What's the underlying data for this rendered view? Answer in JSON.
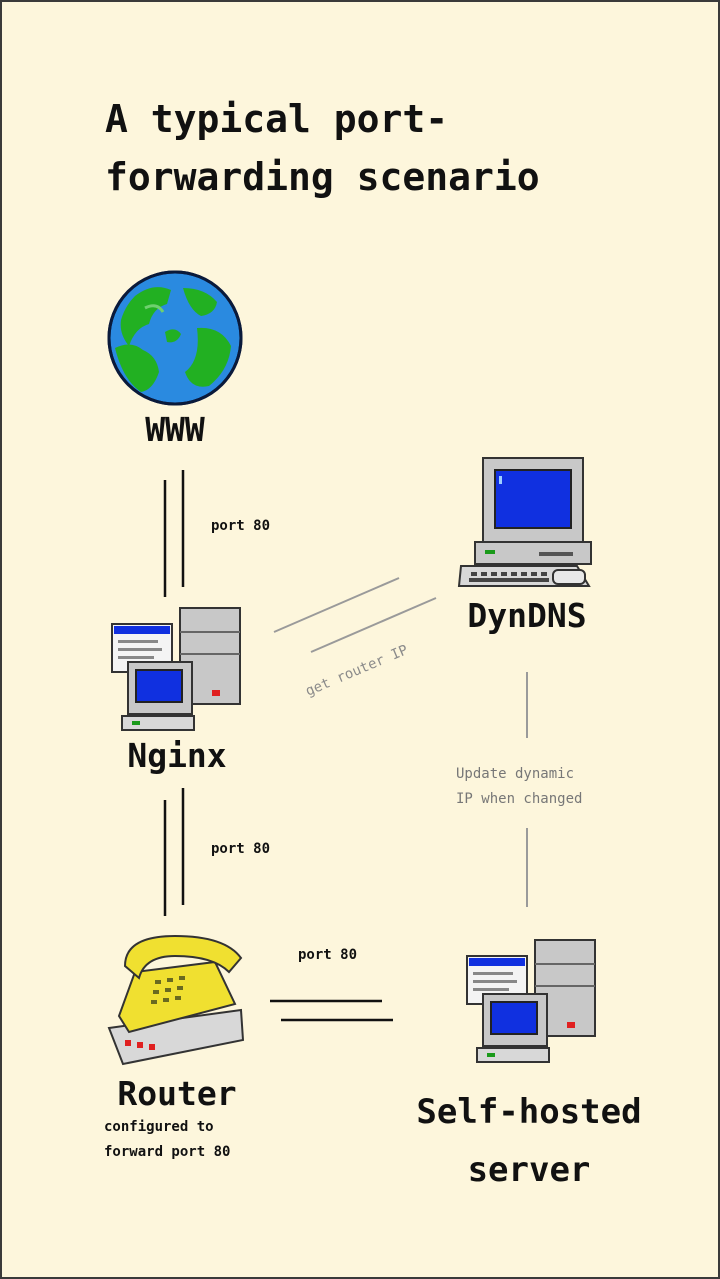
{
  "title": "A typical port-forwarding scenario",
  "nodes": {
    "www": {
      "label": "WWW"
    },
    "nginx": {
      "label": "Nginx"
    },
    "dyndns": {
      "label": "DynDNS"
    },
    "router": {
      "label": "Router",
      "caption_line1": "configured to",
      "caption_line2": "forward port 80"
    },
    "server": {
      "label_line1": "Self-hosted",
      "label_line2": "server"
    }
  },
  "edges": {
    "www_nginx": {
      "label": "port 80"
    },
    "nginx_router": {
      "label": "port 80"
    },
    "router_server": {
      "label": "port 80"
    },
    "nginx_dyndns": {
      "label": "get router IP"
    },
    "server_dyndns": {
      "label_line1": "Update dynamic",
      "label_line2": "IP when changed"
    }
  },
  "colors": {
    "background": "#fdf6dc",
    "line_dark": "#111111",
    "line_gray": "#9a9a9a",
    "screen_blue": "#1030e0",
    "globe_water": "#2a8ae0",
    "globe_land": "#22b022",
    "phone_yellow": "#f0e030"
  }
}
